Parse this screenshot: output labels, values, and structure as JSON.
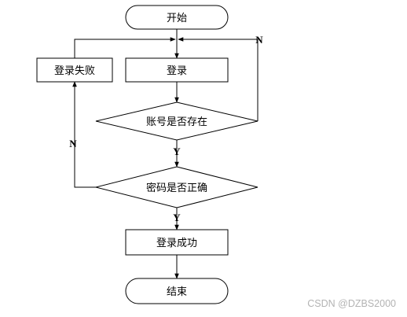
{
  "flowchart": {
    "nodes": {
      "start": "开始",
      "login": "登录",
      "login_failed": "登录失败",
      "account_exists": "账号是否存在",
      "password_correct": "密码是否正确",
      "login_success": "登录成功",
      "end": "结束"
    },
    "edge_labels": {
      "account_no": "N",
      "account_yes": "Y",
      "password_no": "N",
      "password_yes": "Y"
    }
  },
  "watermark": "CSDN @DZBS2000"
}
